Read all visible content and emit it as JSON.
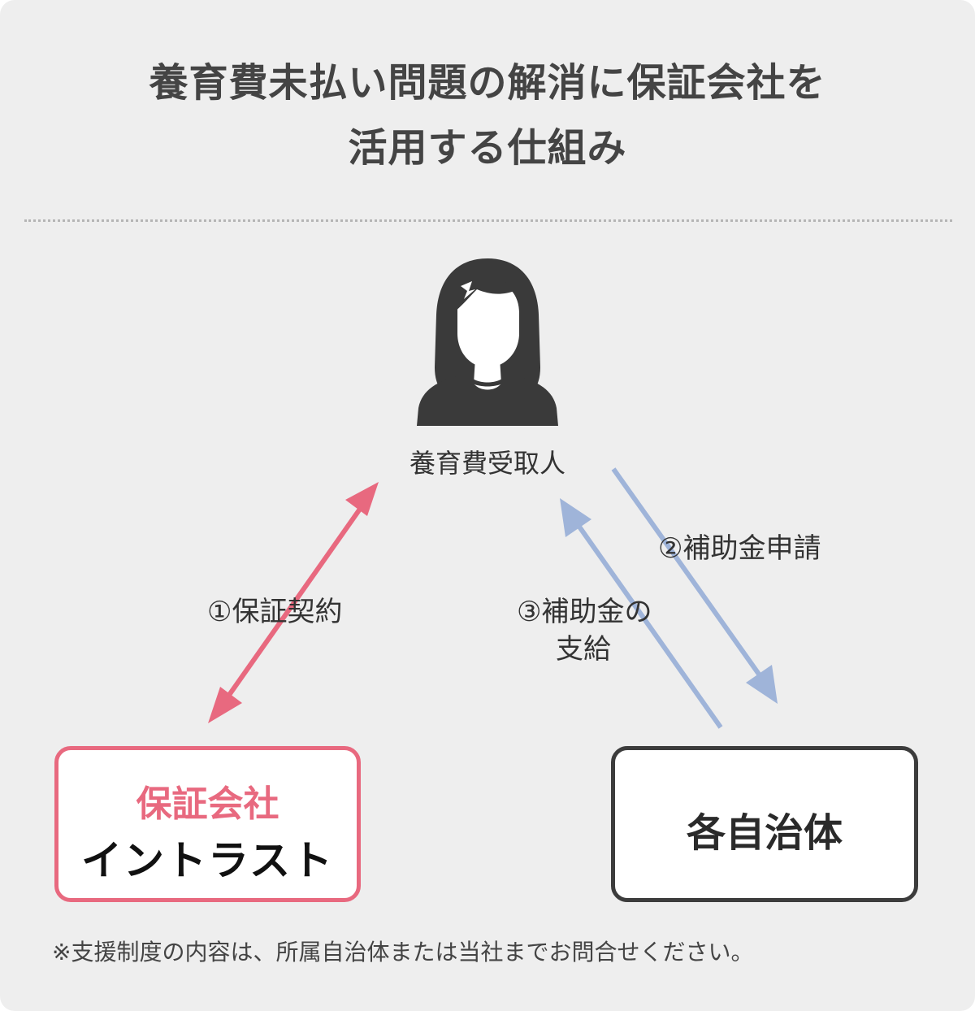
{
  "title": {
    "line1": "養育費未払い問題の解消に保証会社を",
    "line2": "活用する仕組み"
  },
  "recipient": {
    "icon": "person-icon",
    "label": "養育費受取人"
  },
  "flows": {
    "contract": "①保証契約",
    "apply": "②補助金申請",
    "payment_line1": "③補助金の",
    "payment_line2": "支給"
  },
  "guarantor": {
    "heading": "保証会社",
    "name": "イントラスト"
  },
  "government": {
    "name": "各自治体"
  },
  "footnote": "※支援制度の内容は、所属自治体または当社までお問合せください。",
  "colors": {
    "panel_background": "#eeeeee",
    "contract_arrow": "#e8697f",
    "subsidy_arrows": "#9fb4d9",
    "guarantor_border": "#e8697f",
    "government_border": "#3c3c3c",
    "icon": "#3a3a3a"
  }
}
